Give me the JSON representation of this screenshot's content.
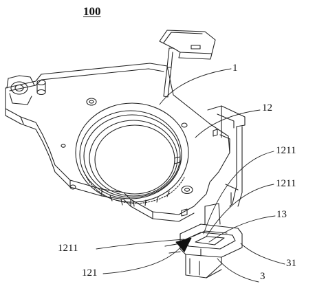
{
  "figure_number": "100",
  "callouts": {
    "part_1": "1",
    "part_12": "12",
    "part_1211_top": "1211",
    "part_1211_middle": "1211",
    "part_13": "13",
    "part_1211_left": "1211",
    "part_31": "31",
    "part_121": "121",
    "part_3": "3"
  }
}
